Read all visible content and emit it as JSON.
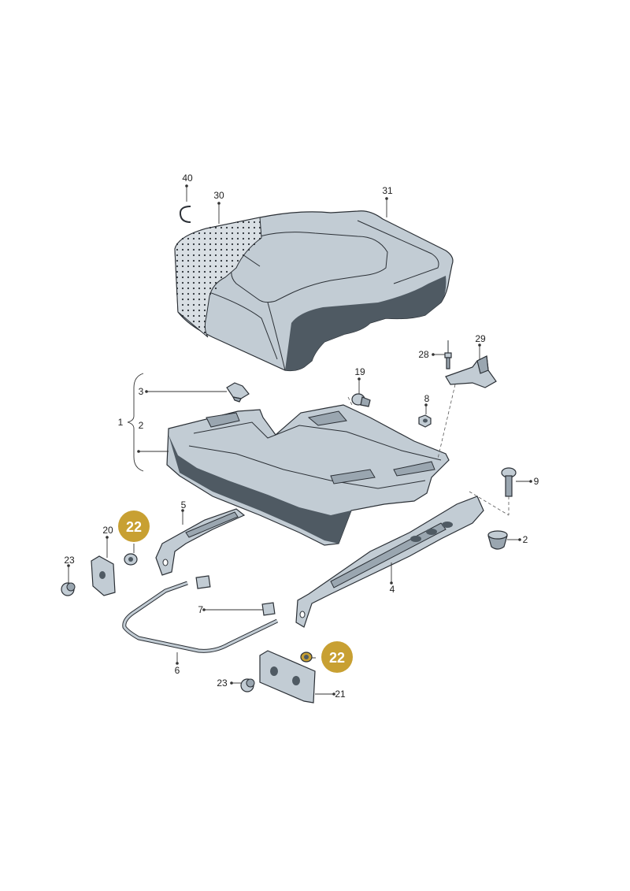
{
  "colors": {
    "part_fill": "#c2ccd4",
    "part_dark": "#4f5a63",
    "part_mid": "#9aa6b0",
    "outline": "#2b3036",
    "badge": "#c8a032",
    "background": "#ffffff"
  },
  "labels": {
    "n1": "1",
    "n2_bracket": "2",
    "n2_right": "2",
    "n3": "3",
    "n4": "4",
    "n5": "5",
    "n6": "6",
    "n7": "7",
    "n8": "8",
    "n9": "9",
    "n19": "19",
    "n20": "20",
    "n21": "21",
    "n23_left": "23",
    "n23_bottom": "23",
    "n28": "28",
    "n29": "29",
    "n30": "30",
    "n31": "31",
    "n40": "40"
  },
  "badges": {
    "left": "22",
    "right": "22"
  },
  "parts": {
    "seat_cushion": "seat-cushion",
    "seat_cover": "seat-cover",
    "seat_pan": "seat-pan",
    "rail_left": "seat-rail-left",
    "rail_right": "seat-rail-right",
    "wire_frame": "wire-frame",
    "clip": "c-clip-icon"
  }
}
